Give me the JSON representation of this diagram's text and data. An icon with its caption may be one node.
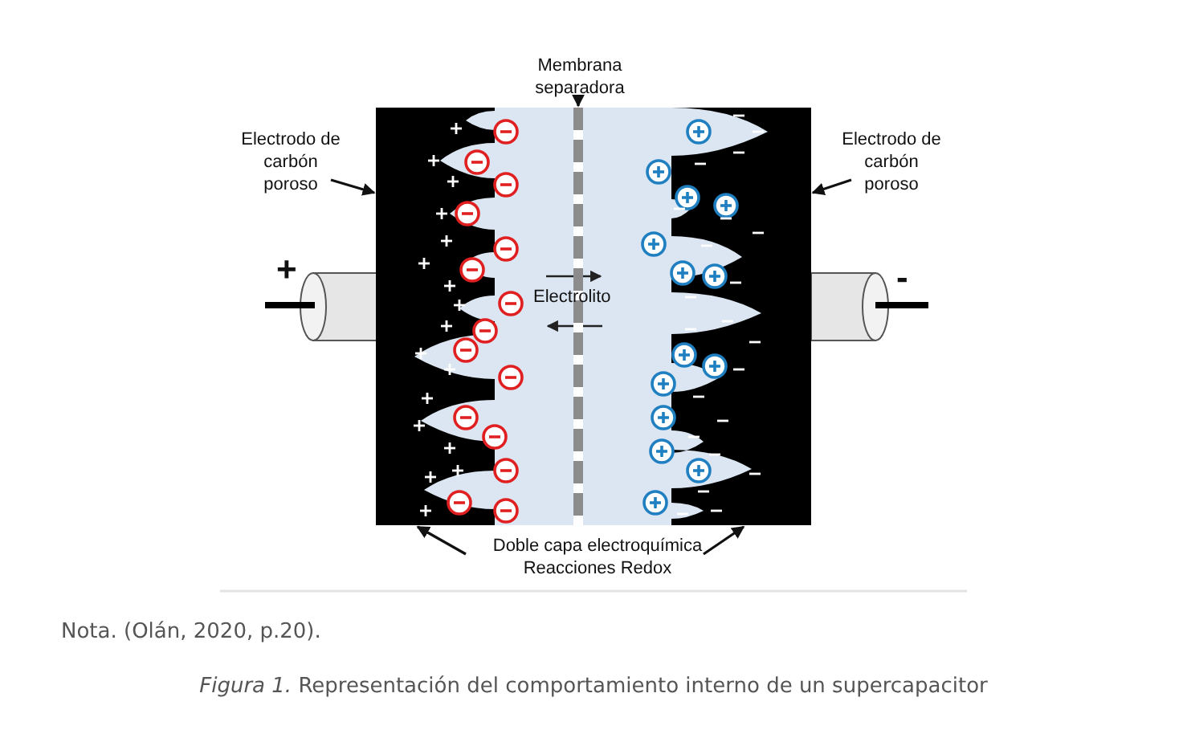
{
  "diagram": {
    "caption": "*Figura 1.* Representación del comportamiento interno de un supercapacitor",
    "nodes": [
      {
        "text": [
          "Electrodo de carbón poroso"
        ]
      },
      {
        "text": [
          "Electrodo de carbón poroso"
        ]
      },
      {
        "text": [
          "Membrana separadora"
        ]
      },
      {
        "text": [
          "Doble capa electroquímica Reacciones Redox"
        ]
      },
      {
        "text": [],
        "shape": "box"
      },
      {
        "text": [],
        "shape": "box"
      },
      {
        "text": [],
        "shape": "bar"
      }
    ],
    "edges": [
      {
        "from": 0,
        "to": 4,
        "arrow": "to"
      },
      {
        "from": 1,
        "to": 5,
        "arrow": "to"
      },
      {
        "from": 2,
        "to": 6,
        "arrow": "to"
      },
      {
        "from": 3,
        "to": 4,
        "arrow": "to"
      },
      {
        "from": 3,
        "to": 5,
        "arrow": "to"
      }
    ],
    "labels": [
      "+",
      "-",
      "Electrolito",
      "Nota. (Olán, 2020, p.20)."
    ]
  }
}
